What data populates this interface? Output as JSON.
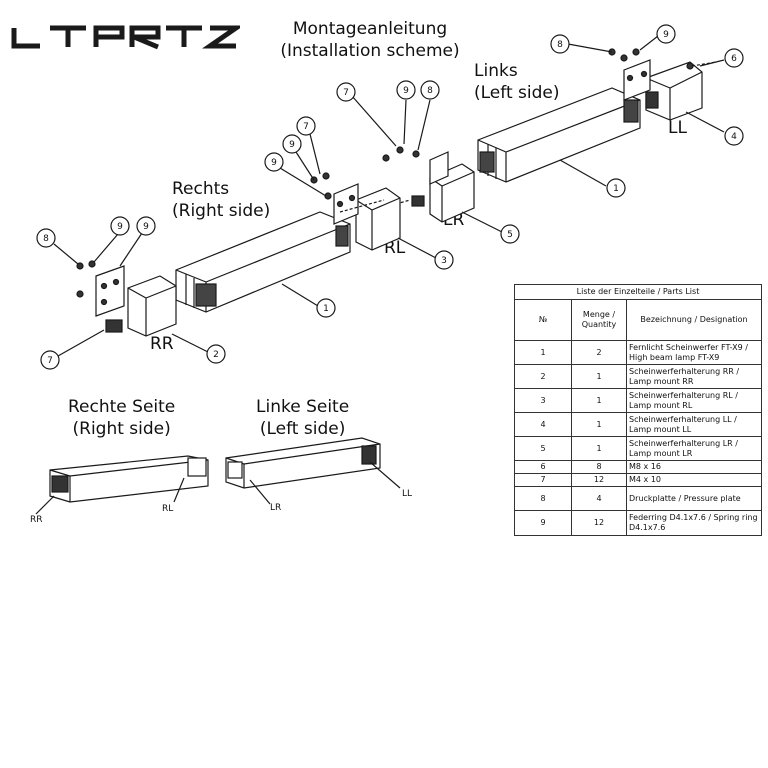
{
  "logo": {
    "text": "LTPRTZ"
  },
  "title": {
    "line1": "Montageanleitung",
    "line2": "(Installation scheme)"
  },
  "sides": {
    "links": {
      "line1": "Links",
      "line2": "(Left side)"
    },
    "rechts": {
      "line1": "Rechts",
      "line2": "(Right side)"
    },
    "rechte_seite": {
      "line1": "Rechte Seite",
      "line2": "(Right side)"
    },
    "linke_seite": {
      "line1": "Linke Seite",
      "line2": "(Left side)"
    }
  },
  "mount_tags": {
    "ll": "LL",
    "lr": "LR",
    "rl": "RL",
    "rr": "RR"
  },
  "small_tags": {
    "rr": "RR",
    "rl": "RL",
    "lr": "LR",
    "ll": "LL"
  },
  "callouts": {
    "c1": "8",
    "c2": "9",
    "c3": "6",
    "c4": "4",
    "c5": "1",
    "c6": "7",
    "c7": "9",
    "c8": "8",
    "c9": "5",
    "c10": "7",
    "c11": "9",
    "c12": "9",
    "c13": "3",
    "c14": "1",
    "c15": "8",
    "c16": "9",
    "c17": "9",
    "c18": "7",
    "c19": "2"
  },
  "parts_list": {
    "caption": "Liste der Einzelteile / Parts List",
    "headers": {
      "no": "№",
      "qty": "Menge / Quantity",
      "desc": "Bezeichnung / Designation"
    },
    "rows": [
      {
        "no": "1",
        "qty": "2",
        "desc": "Fernlicht Scheinwerfer FT-X9 / High beam lamp FT-X9"
      },
      {
        "no": "2",
        "qty": "1",
        "desc": "Scheinwerferhalterung RR / Lamp mount RR"
      },
      {
        "no": "3",
        "qty": "1",
        "desc": "Scheinwerferhalterung RL / Lamp mount RL"
      },
      {
        "no": "4",
        "qty": "1",
        "desc": "Scheinwerferhalterung LL / Lamp mount LL"
      },
      {
        "no": "5",
        "qty": "1",
        "desc": "Scheinwerferhalterung LR / Lamp mount LR"
      },
      {
        "no": "6",
        "qty": "8",
        "desc": "M8 x 16"
      },
      {
        "no": "7",
        "qty": "12",
        "desc": "M4 x 10"
      },
      {
        "no": "8",
        "qty": "4",
        "desc": "Druckplatte / Pressure plate"
      },
      {
        "no": "9",
        "qty": "12",
        "desc": "Federring D4.1x7.6 / Spring ring D4.1x7.6"
      }
    ]
  }
}
